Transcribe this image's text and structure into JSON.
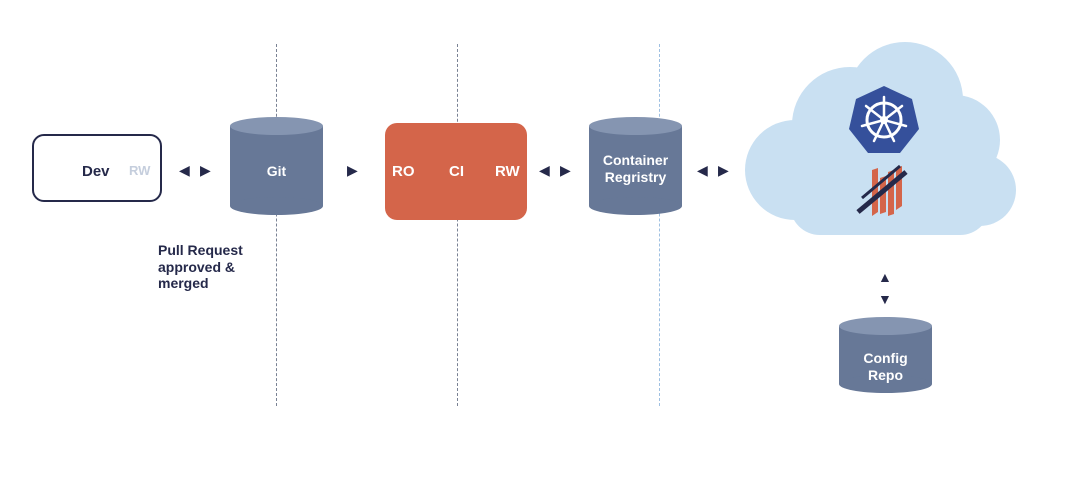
{
  "nodes": {
    "dev": {
      "label": "Dev",
      "access": "RW"
    },
    "git": {
      "label": "Git"
    },
    "pr_note": "Pull Request approved & merged",
    "ci": {
      "label": "CI",
      "left": "RO",
      "right": "RW"
    },
    "registry": {
      "line1": "Container",
      "line2": "Regristry"
    },
    "config": {
      "line1": "Config",
      "line2": "Repo"
    }
  },
  "icons": {
    "kubernetes": "kubernetes-helm-icon",
    "flux": "flux-logo-icon"
  },
  "colors": {
    "cylinder": "#677897",
    "cylinder_top": "#8595b1",
    "ci": "#d4654a",
    "navy": "#25294a",
    "cloud": "#c9e0f2",
    "k8s": "#35509b"
  }
}
